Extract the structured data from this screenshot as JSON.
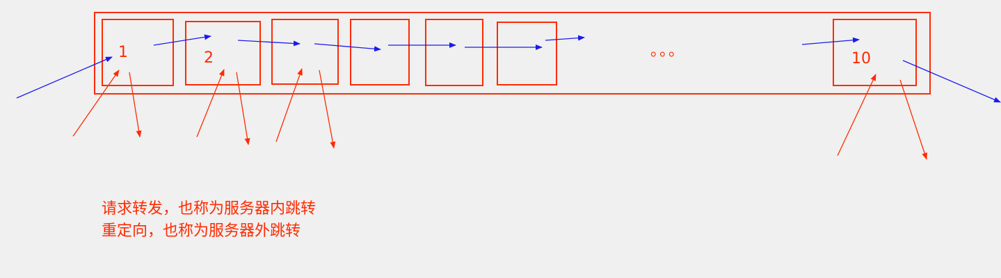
{
  "diagram": {
    "nodes": [
      {
        "id": "node-1",
        "label": "1"
      },
      {
        "id": "node-2",
        "label": "2"
      },
      {
        "id": "node-3",
        "label": ""
      },
      {
        "id": "node-4",
        "label": ""
      },
      {
        "id": "node-5",
        "label": ""
      },
      {
        "id": "node-6",
        "label": ""
      },
      {
        "id": "node-10",
        "label": "10"
      }
    ],
    "ellipsis": "。。。",
    "captions": {
      "line1": "请求转发，也称为服务器内跳转",
      "line2": "重定向，也称为服务器外跳转"
    },
    "colors": {
      "box": "#ff2a00",
      "request_arrow": "#1a1aee",
      "forward_arrow": "#ff2a00",
      "background": "#f0f0f0"
    }
  }
}
